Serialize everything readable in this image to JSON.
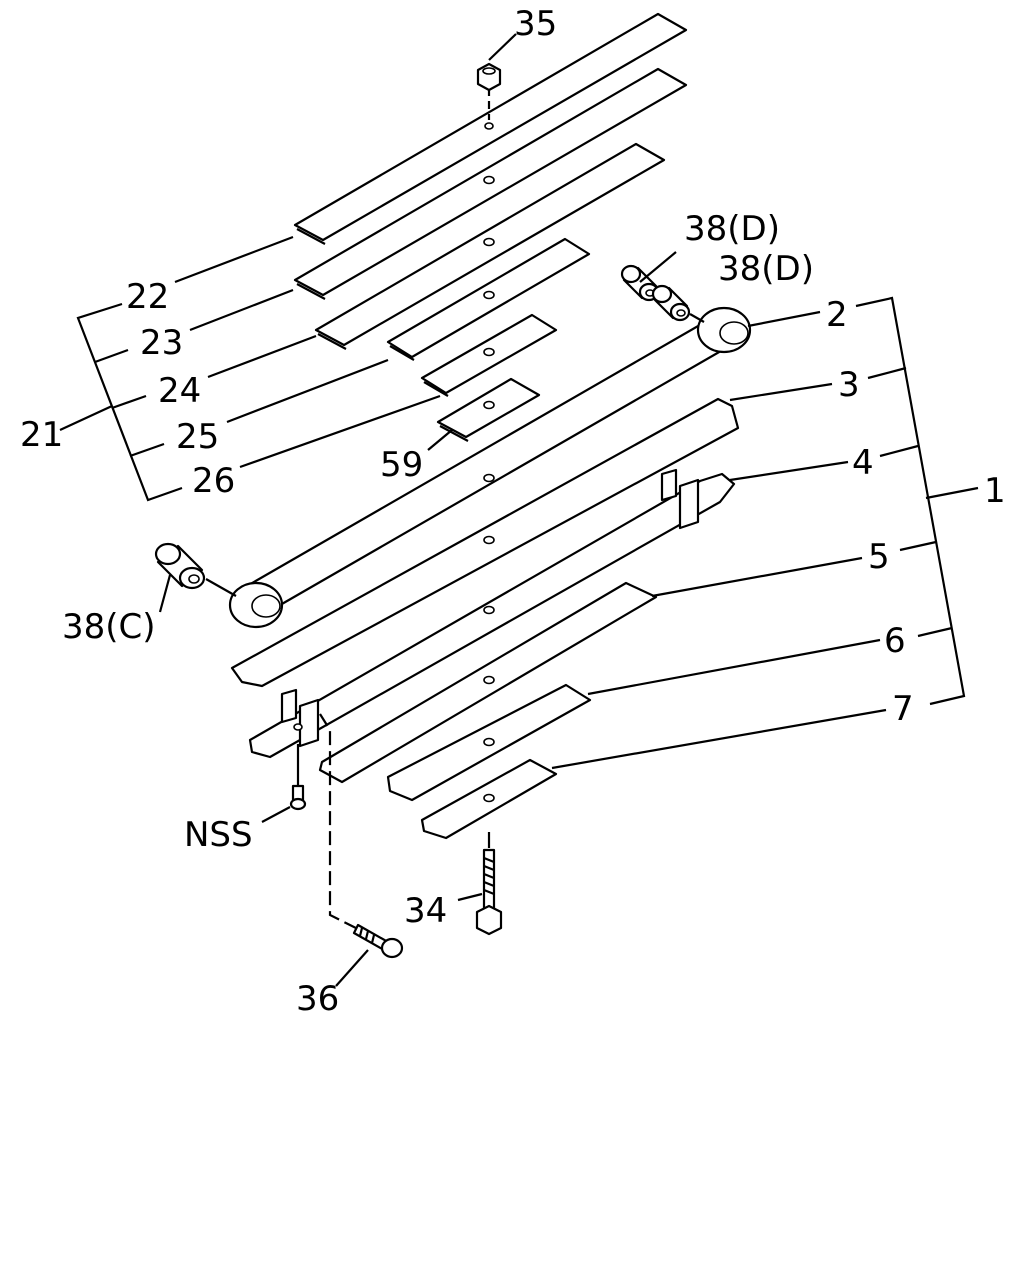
{
  "diagram": {
    "callouts": {
      "p35": "35",
      "p38d_a": "38(D)",
      "p38d_b": "38(D)",
      "p22": "22",
      "p23": "23",
      "p24": "24",
      "p25": "25",
      "p26": "26",
      "p21": "21",
      "p59": "59",
      "p2": "2",
      "p3": "3",
      "p4": "4",
      "p1": "1",
      "p5": "5",
      "p6": "6",
      "p7": "7",
      "p38c": "38(C)",
      "nss": "NSS",
      "p34": "34",
      "p36": "36"
    }
  }
}
